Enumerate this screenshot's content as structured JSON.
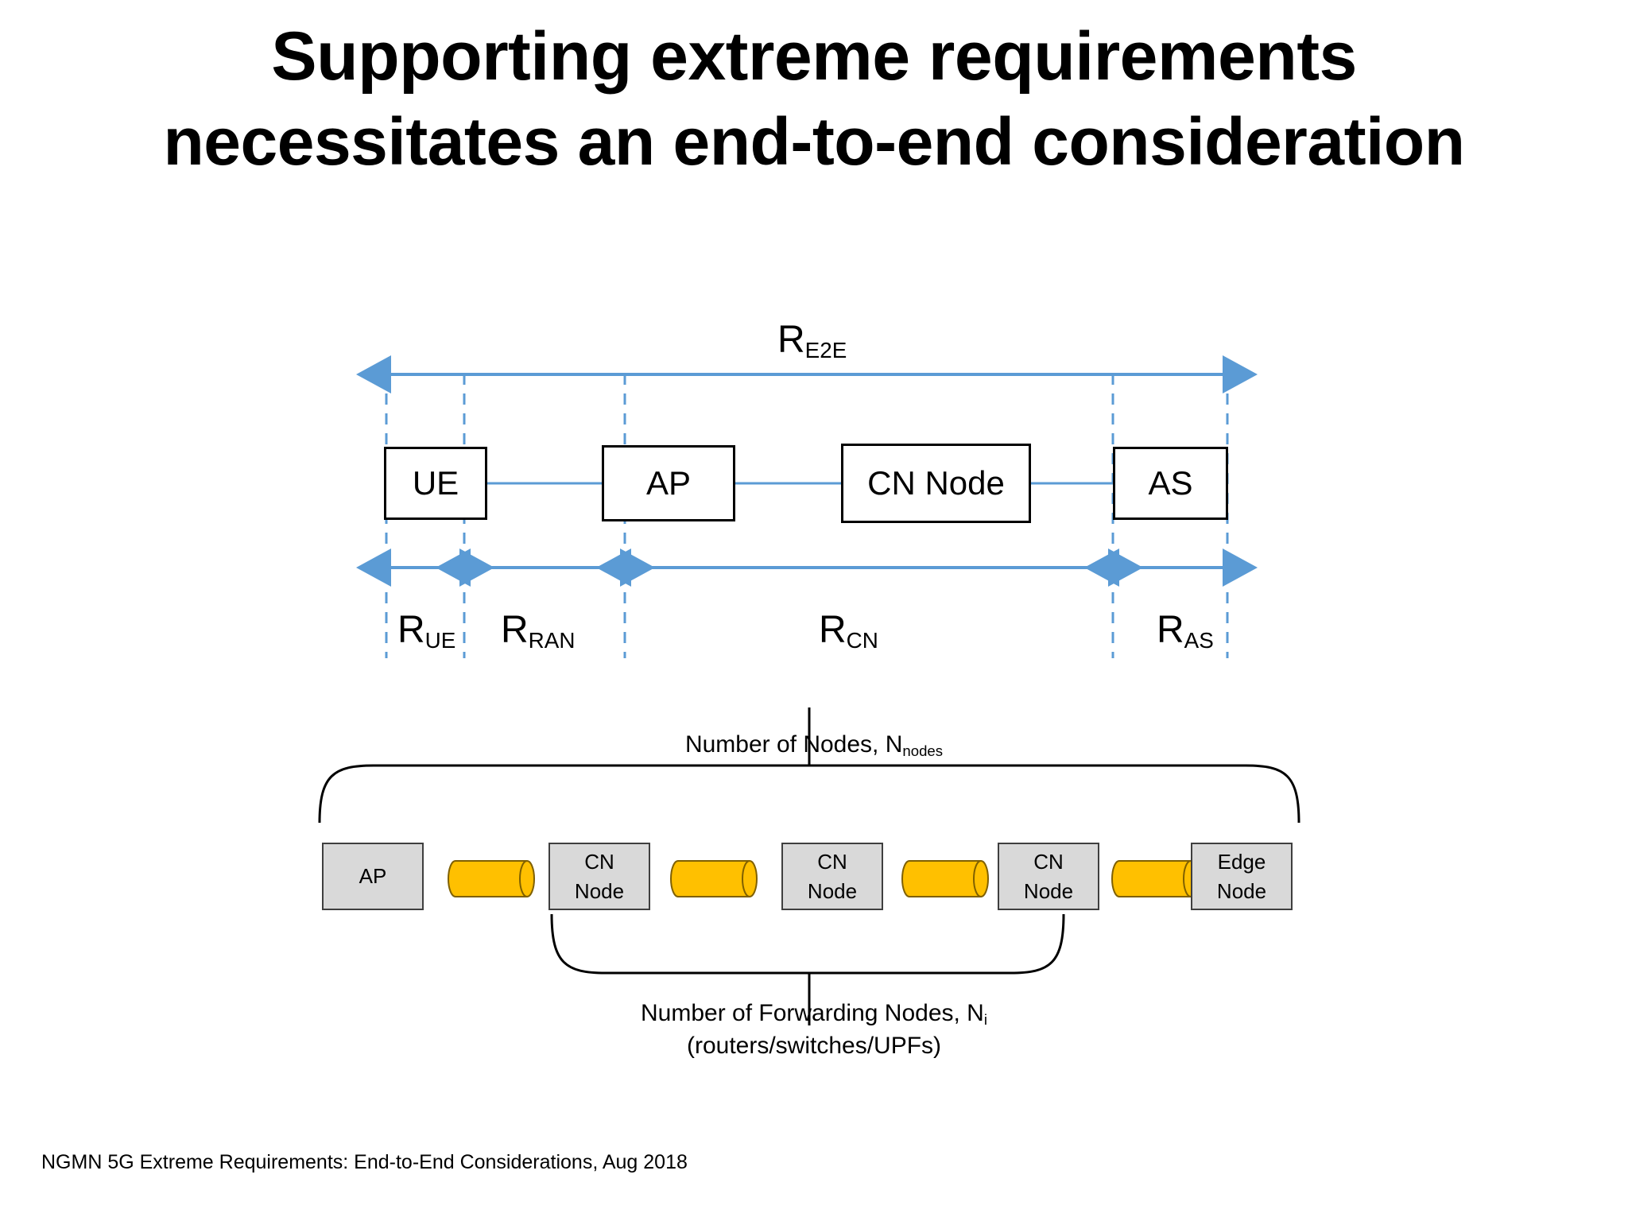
{
  "slide": {
    "title_line1": "Supporting extreme requirements",
    "title_line2": "necessitates an end-to-end consideration",
    "footnote": "NGMN 5G Extreme Requirements:  End-to-End  Considerations,  Aug 2018"
  },
  "e2e_diagram": {
    "top_arrow_label_base": "R",
    "top_arrow_label_sub": "E2E",
    "nodes": [
      {
        "label": "UE"
      },
      {
        "label": "AP"
      },
      {
        "label": "CN Node"
      },
      {
        "label": "AS"
      }
    ],
    "segments": [
      {
        "base": "R",
        "sub": "UE"
      },
      {
        "base": "R",
        "sub": "RAN"
      },
      {
        "base": "R",
        "sub": "CN"
      },
      {
        "base": "R",
        "sub": "AS"
      }
    ]
  },
  "node_chain": {
    "top_brace_label_base": "Number of Nodes, N",
    "top_brace_label_sub": "nodes",
    "bottom_brace_label_base": "Number of Forwarding Nodes, N",
    "bottom_brace_label_sub": "i",
    "bottom_brace_label_line2": "(routers/switches/UPFs)",
    "items": [
      {
        "type": "box",
        "line1": "AP",
        "line2": ""
      },
      {
        "type": "cylinder"
      },
      {
        "type": "box",
        "line1": "CN",
        "line2": "Node"
      },
      {
        "type": "cylinder"
      },
      {
        "type": "box",
        "line1": "CN",
        "line2": "Node"
      },
      {
        "type": "cylinder"
      },
      {
        "type": "box",
        "line1": "CN",
        "line2": "Node"
      },
      {
        "type": "cylinder"
      },
      {
        "type": "box",
        "line1": "Edge",
        "line2": "Node"
      }
    ]
  },
  "colors": {
    "arrow_blue": "#5B9BD5",
    "dash_blue": "#5B9BD5",
    "cylinder_fill": "#FFC000",
    "cylinder_edge": "#7F6000",
    "box_fill": "#D9D9D9",
    "box_border": "#3F3F3F",
    "text": "#000000",
    "background": "#FFFFFF"
  }
}
